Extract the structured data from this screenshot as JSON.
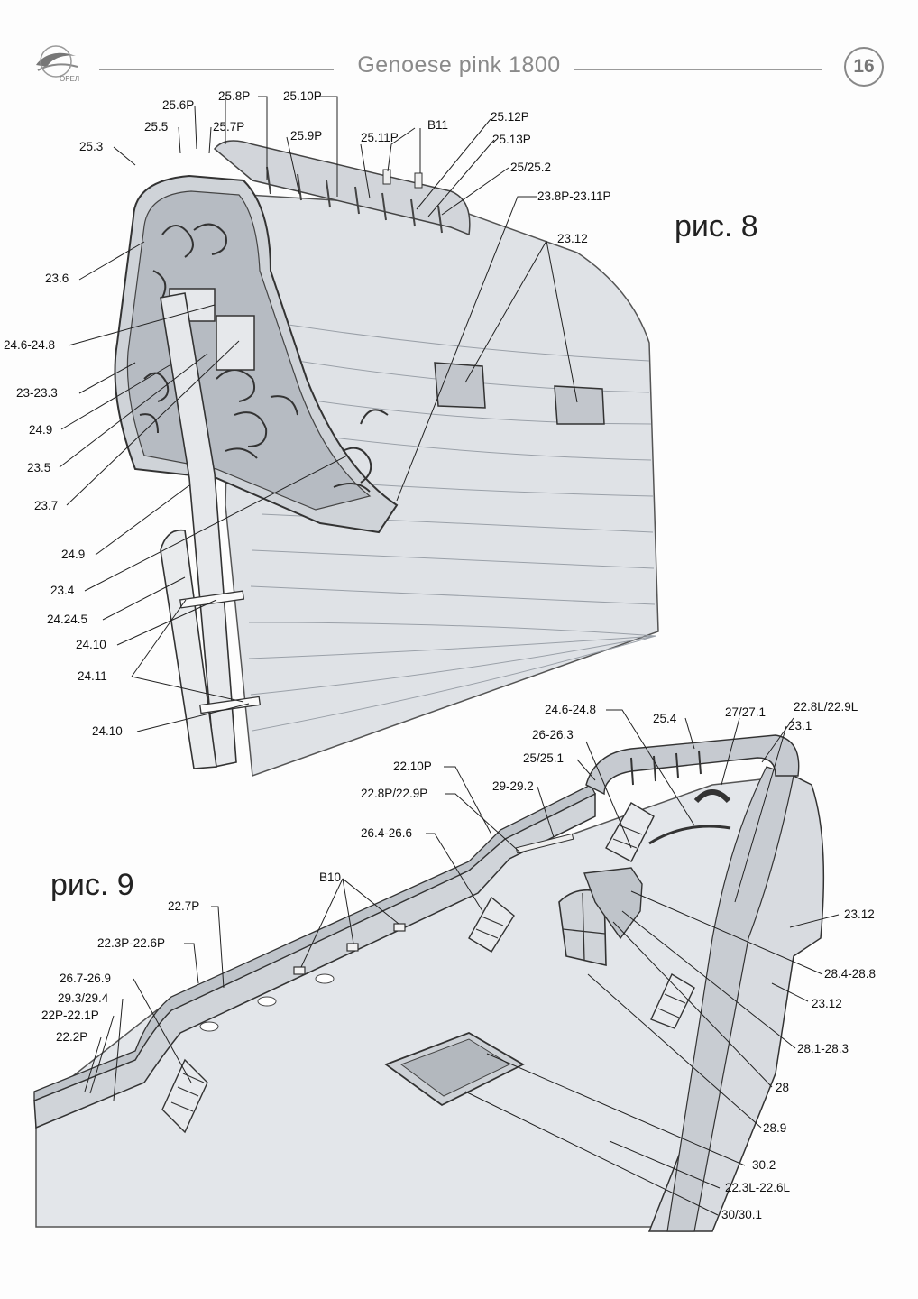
{
  "header": {
    "title": "Genoese pink 1800",
    "page_number": "16",
    "logo_text": "OPEЛ"
  },
  "figures": {
    "fig8": "рис. 8",
    "fig9": "рис. 9"
  },
  "labels_fig8": [
    "25.3",
    "25.5",
    "25.6P",
    "25.7P",
    "25.8P",
    "25.9P",
    "25.10P",
    "25.11P",
    "B11",
    "25.12P",
    "25.13P",
    "25/25.2",
    "23.8P-23.11P",
    "23.12",
    "23.6",
    "24.6-24.8",
    "23-23.3",
    "24.9",
    "23.5",
    "23.7",
    "24.9",
    "23.4",
    "24.24.5",
    "24.10",
    "24.11",
    "24.10"
  ],
  "labels_fig9": [
    "24.6-24.8",
    "25.4",
    "27/27.1",
    "22.8L/22.9L",
    "23.1",
    "26-26.3",
    "25/25.1",
    "22.10P",
    "29-29.2",
    "22.8P/22.9P",
    "26.4-26.6",
    "B10",
    "22.7P",
    "22.3P-22.6P",
    "26.7-26.9",
    "29.3/29.4",
    "22P-22.1P",
    "22.2P",
    "23.12",
    "28.4-28.8",
    "23.12",
    "28.1-28.3",
    "28",
    "28.9",
    "30.2",
    "22.3L-22.6L",
    "30/30.1"
  ]
}
